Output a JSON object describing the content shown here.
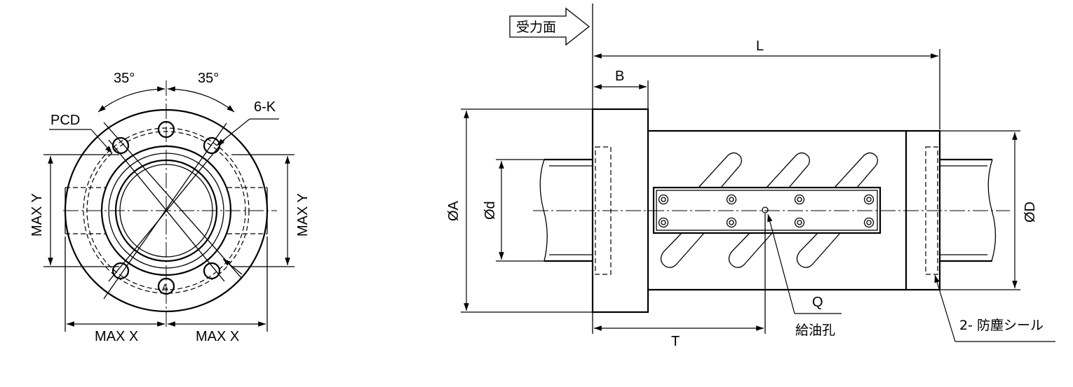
{
  "front_view": {
    "angle_left": "35°",
    "angle_right": "35°",
    "hole_label": "6-K",
    "pcd_label": "PCD",
    "max_x_left": "MAX X",
    "max_x_right": "MAX X",
    "max_y_left": "MAX Y",
    "max_y_right": "MAX Y"
  },
  "side_view": {
    "load_face": "受力面",
    "length": "L",
    "flange_width": "B",
    "flange_dia": "ØA",
    "shaft_dia": "Ød",
    "body_dia": "ØD",
    "oil_hole_offset": "T",
    "oil_hole_dim": "Q",
    "oil_hole": "給油孔",
    "seal": "2- 防塵シール"
  }
}
